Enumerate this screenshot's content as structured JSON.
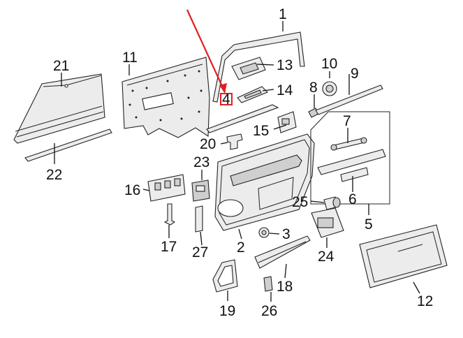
{
  "callouts": [
    {
      "id": "1",
      "label": "1"
    },
    {
      "id": "2",
      "label": "2"
    },
    {
      "id": "3",
      "label": "3"
    },
    {
      "id": "4",
      "label": "4"
    },
    {
      "id": "5",
      "label": "5"
    },
    {
      "id": "6",
      "label": "6"
    },
    {
      "id": "7",
      "label": "7"
    },
    {
      "id": "8",
      "label": "8"
    },
    {
      "id": "9",
      "label": "9"
    },
    {
      "id": "10",
      "label": "10"
    },
    {
      "id": "11",
      "label": "11"
    },
    {
      "id": "12",
      "label": "12"
    },
    {
      "id": "13",
      "label": "13"
    },
    {
      "id": "14",
      "label": "14"
    },
    {
      "id": "15",
      "label": "15"
    },
    {
      "id": "16",
      "label": "16"
    },
    {
      "id": "17",
      "label": "17"
    },
    {
      "id": "18",
      "label": "18"
    },
    {
      "id": "19",
      "label": "19"
    },
    {
      "id": "20",
      "label": "20"
    },
    {
      "id": "21",
      "label": "21"
    },
    {
      "id": "22",
      "label": "22"
    },
    {
      "id": "23",
      "label": "23"
    },
    {
      "id": "24",
      "label": "24"
    },
    {
      "id": "25",
      "label": "25"
    },
    {
      "id": "26",
      "label": "26"
    },
    {
      "id": "27",
      "label": "27"
    }
  ],
  "highlight": {
    "callout": "4",
    "color": "#e41e1e"
  }
}
